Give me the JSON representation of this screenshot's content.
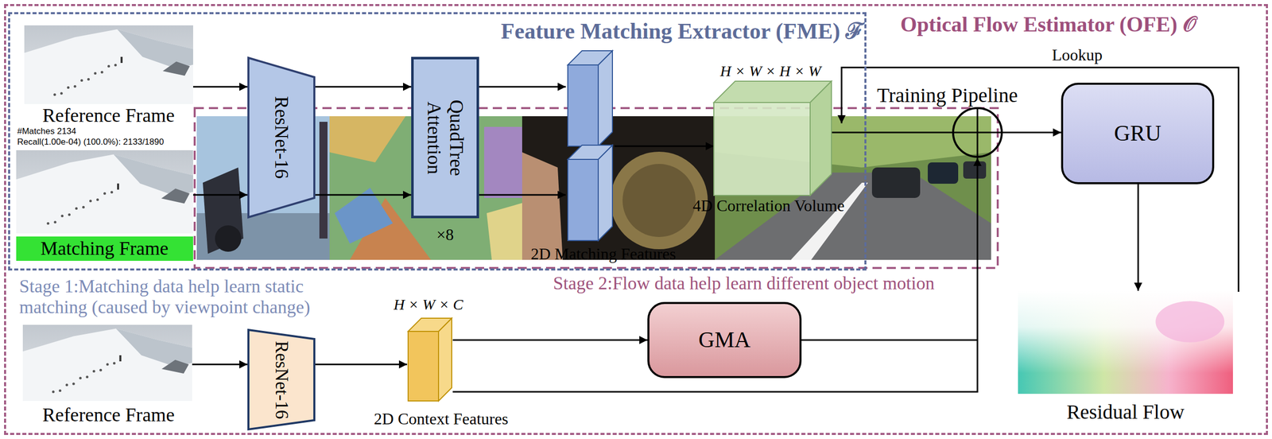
{
  "diagram": {
    "nodes": [
      {
        "text": [
          "Optical Flow Estimator (OFE) 𝒪"
        ]
      },
      {
        "text": [
          "Feature Matching Extractor (FME) ℱ"
        ],
        "in": 0
      },
      {
        "text": [
          "Reference Frame"
        ],
        "in": 1
      },
      {
        "text": [
          "Matching Frame"
        ],
        "in": 1
      },
      {
        "text": [
          "ResNet-16"
        ],
        "in": 1
      },
      {
        "text": [
          "QuadTree Attention"
        ],
        "in": 1
      },
      {
        "text": [
          "2D Matching Features"
        ],
        "in": 1
      },
      {
        "text": [
          "H × W × H × W",
          "4D Correlation Volume"
        ],
        "in": 1
      },
      {
        "text": [
          "GRU"
        ],
        "in": 0
      },
      {
        "text": [
          "Residual Flow"
        ],
        "in": 0
      },
      {
        "text": [
          "Reference Frame"
        ],
        "in": 0
      },
      {
        "text": [
          "ResNet-16"
        ],
        "in": 0
      },
      {
        "text": [
          "H × W × C",
          "2D Context Features"
        ],
        "in": 0
      },
      {
        "text": [
          "GMA"
        ],
        "in": 0
      }
    ],
    "edges": [
      {
        "from": 2,
        "to": 4,
        "arrow": "to"
      },
      {
        "from": 3,
        "to": 4,
        "arrow": "to"
      },
      {
        "from": 4,
        "to": 5,
        "arrow": "to"
      },
      {
        "from": 4,
        "to": 5,
        "arrow": "to"
      },
      {
        "from": 5,
        "to": 6,
        "arrow": "to"
      },
      {
        "from": 5,
        "to": 6,
        "arrow": "to"
      },
      {
        "from": 6,
        "to": 7,
        "arrow": "to"
      },
      {
        "from": 7,
        "to": 8,
        "arrow": "to"
      },
      {
        "from": 8,
        "to": 9,
        "arrow": "to"
      },
      {
        "from": 10,
        "to": 11,
        "arrow": "to"
      },
      {
        "from": 11,
        "to": 12,
        "arrow": "to"
      },
      {
        "from": 12,
        "to": 13,
        "arrow": "to"
      }
    ],
    "labels": [
      "#Matches 2134",
      "Recall(1.00e-04) (100.0%): 2133/1890",
      "×8",
      "Training Pipeline",
      "Lookup",
      "Stage 1:Matching data help learn static matching (caused by viewpoint change)",
      "Stage 2:Flow data help learn different object motion"
    ]
  }
}
